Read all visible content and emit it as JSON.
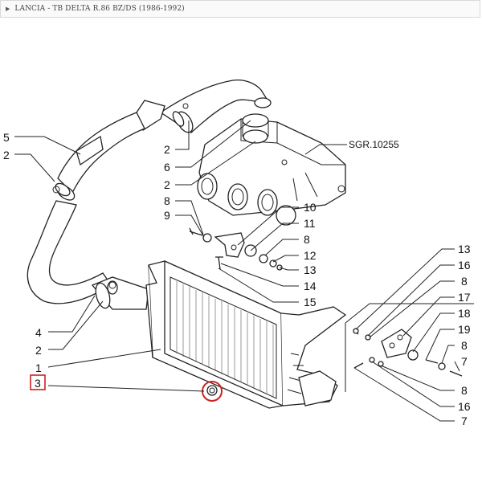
{
  "breadcrumb": {
    "label": "LANCIA - TB DELTA R.86 BZ/DS (1986-1992)"
  },
  "diagram": {
    "reference_code": "SGR.10255",
    "selected_callout": "3",
    "callouts_left": [
      "5",
      "2",
      "4",
      "2",
      "1",
      "3"
    ],
    "callouts_center": [
      "2",
      "6",
      "2",
      "8",
      "9"
    ],
    "callouts_mid": [
      "10",
      "11",
      "8",
      "12",
      "13",
      "14",
      "15"
    ],
    "callouts_right": [
      "13",
      "16",
      "8",
      "17",
      "18",
      "19",
      "8",
      "7",
      "8",
      "16",
      "7"
    ],
    "highlight_color": "#cc2222"
  }
}
